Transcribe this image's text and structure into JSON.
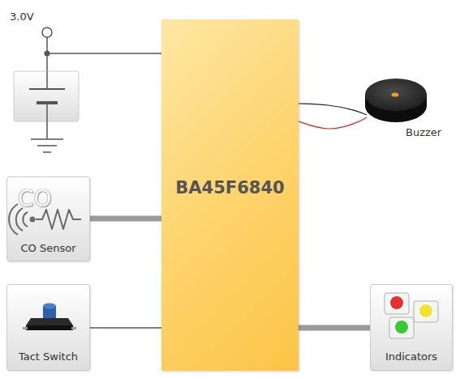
{
  "diagram": {
    "nodes": [
      {
        "text": [
          "BA45F6840"
        ]
      },
      {
        "text": [
          "Buzzer"
        ]
      },
      {
        "text": [
          "CO",
          "CO Sensor"
        ]
      },
      {
        "text": [
          "Tact Switch"
        ]
      },
      {
        "text": [
          "Indicators"
        ]
      }
    ],
    "edges": [
      {
        "from": 2,
        "to": 0,
        "arrow": "none"
      },
      {
        "from": 3,
        "to": 0,
        "arrow": "none"
      },
      {
        "from": 0,
        "to": 4,
        "arrow": "none"
      },
      {
        "from": 0,
        "to": 1,
        "arrow": "none"
      },
      {
        "from": 0,
        "to": 1,
        "arrow": "none"
      }
    ],
    "labels": [
      "3.0V"
    ]
  }
}
